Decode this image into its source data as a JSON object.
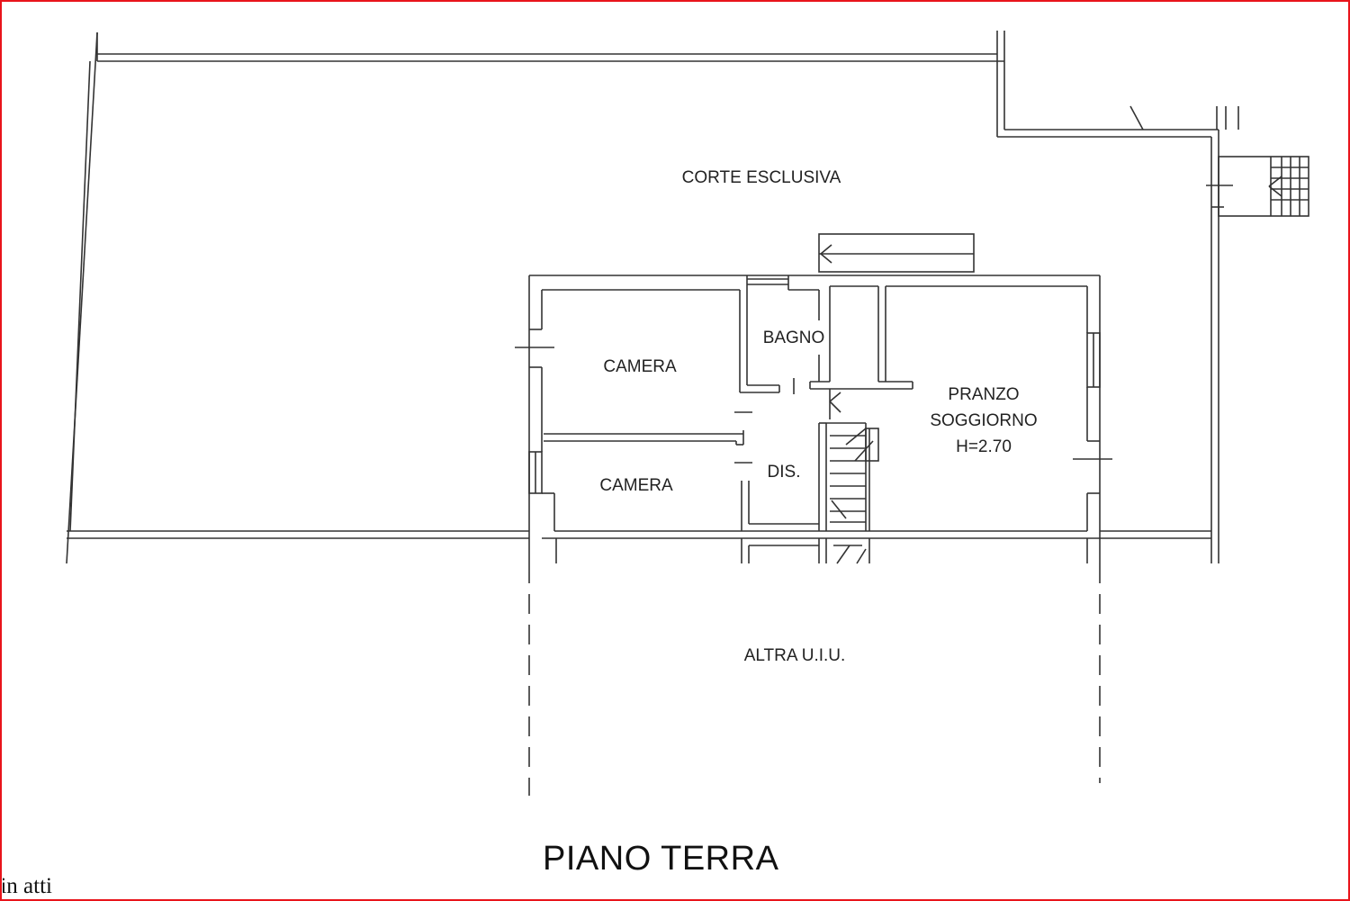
{
  "plan": {
    "title": "PIANO TERRA",
    "footer_note": "in atti",
    "rooms": {
      "corte": "CORTE ESCLUSIVA",
      "camera_1": "CAMERA",
      "camera_2": "CAMERA",
      "bagno": "BAGNO",
      "dis": "DIS.",
      "pranzo": "PRANZO",
      "soggiorno": "SOGGIORNO",
      "height": "H=2.70",
      "altra": "ALTRA U.I.U."
    },
    "colors": {
      "frame": "#e8141b",
      "line": "#333333",
      "text": "#222222"
    }
  }
}
